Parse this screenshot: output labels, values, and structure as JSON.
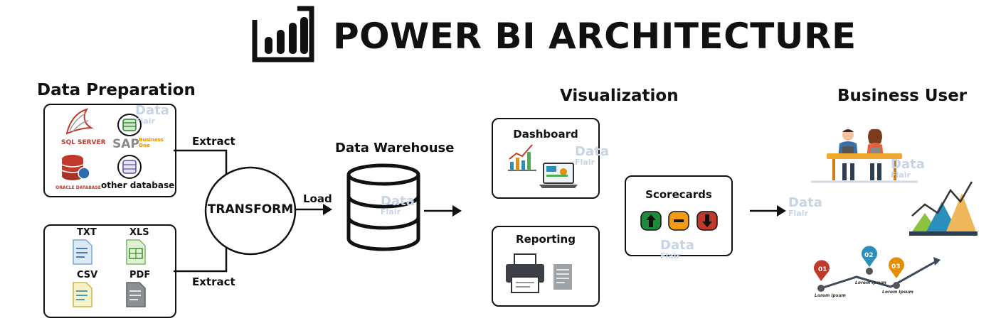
{
  "title": "POWER BI ARCHITECTURE",
  "sections": {
    "data_preparation": "Data Preparation",
    "data_warehouse": "Data Warehouse",
    "visualization": "Visualization",
    "business_user": "Business User"
  },
  "sources_top": {
    "sql_server": "SQL SERVER",
    "sap": "SAP",
    "sap_sub": "Business One",
    "oracle": "ORACLE DATABASE",
    "other": "other database"
  },
  "sources_bottom": [
    "TXT",
    "XLS",
    "CSV",
    "PDF"
  ],
  "flow": {
    "extract_top": "Extract",
    "extract_bottom": "Extract",
    "transform": "TRANSFORM",
    "load": "Load"
  },
  "visualization": {
    "dashboard": "Dashboard",
    "reporting": "Reporting",
    "scorecards": "Scorecards"
  },
  "timeline": {
    "steps": [
      "01",
      "02",
      "03"
    ],
    "captions": [
      "Lorem Ipsum",
      "Lorem Ipsum",
      "Lorem Ipsum"
    ]
  },
  "watermark": {
    "line1": "Data",
    "line2": "Flair"
  }
}
